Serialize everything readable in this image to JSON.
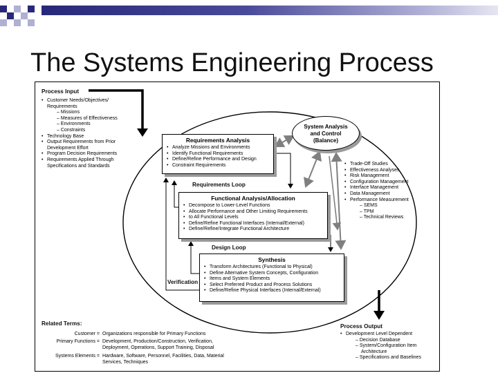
{
  "slide": {
    "title": "The Systems Engineering Process"
  },
  "process_input": {
    "heading": "Process Input",
    "items": [
      {
        "text": "Customer Needs/Objectives/",
        "level": 1
      },
      {
        "text": "Requirements",
        "level": 0
      },
      {
        "text": "– Missions",
        "level": 2
      },
      {
        "text": "– Measures of Effectiveness",
        "level": 3
      },
      {
        "text": "– Environments",
        "level": 3
      },
      {
        "text": "– Constraints",
        "level": 3
      },
      {
        "text": "Technology Base",
        "level": 1
      },
      {
        "text": "Output Requirements from Prior",
        "level": 1
      },
      {
        "text": "Development Effort",
        "level": 0
      },
      {
        "text": "Program Decision Requirements",
        "level": 1
      },
      {
        "text": "Requirements Applied Through",
        "level": 1
      },
      {
        "text": "Specifications and Standards",
        "level": 0
      }
    ]
  },
  "requirements_analysis": {
    "title": "Requirements Analysis",
    "items": [
      "Analyze Missions and Environments",
      "Identify Functional Requirements",
      "Define/Refine Performance and Design",
      "   Constraint Requirements"
    ]
  },
  "requirements_loop_label": "Requirements Loop",
  "functional_analysis": {
    "title": "Functional Analysis/Allocation",
    "items": [
      "Decompose to Lower-Level Functions",
      "Allocate Performance and Other Limiting Requirements",
      "   to All Functional Levels",
      "Define/Refine Functional Interfaces (Internal/External)",
      "Define/Refine/Integrate Functional Architecture"
    ]
  },
  "design_loop_label": "Design Loop",
  "synthesis": {
    "title": "Synthesis",
    "items": [
      "Transform Architectures (Functional to Physical)",
      "Define Alternative System Concepts, Configuration",
      "   Items and System Elements",
      "Select Preferred Product and Process Solutions",
      "Define/Refine Physical Interfaces (Internal/External)"
    ]
  },
  "verification_label": "Verification",
  "system_analysis": {
    "line1": "System Analysis",
    "line2": "and Control",
    "line3": "(Balance)"
  },
  "control_items": [
    {
      "text": "Trade-Off Studies",
      "level": 1
    },
    {
      "text": "Effectiveness Analyses",
      "level": 1
    },
    {
      "text": "Risk Management",
      "level": 1
    },
    {
      "text": "Configuration Management",
      "level": 1
    },
    {
      "text": "Interface Management",
      "level": 1
    },
    {
      "text": "Data Management",
      "level": 1
    },
    {
      "text": "Performance Measurement",
      "level": 1
    },
    {
      "text": "– SEMS",
      "level": 2
    },
    {
      "text": "– TPM",
      "level": 2
    },
    {
      "text": "– Technical Reviews",
      "level": 2
    }
  ],
  "process_output": {
    "heading": "Process Output",
    "items": [
      {
        "text": "Development Level Dependent",
        "level": 1
      },
      {
        "text": "– Decision Database",
        "level": 2
      },
      {
        "text": "– System/Configuration Item",
        "level": 2
      },
      {
        "text": "Architecture",
        "level": 3
      },
      {
        "text": "– Specifications and Baselines",
        "level": 2
      }
    ]
  },
  "related_terms": {
    "heading": "Related Terms:",
    "rows": [
      {
        "term": "Customer =",
        "lines": [
          "Organizations responsible for Primary Functions"
        ]
      },
      {
        "term": "Primary Functions =",
        "lines": [
          "Development, Production/Construction, Verification,",
          "Deployment, Operations, Support Training, Disposal"
        ]
      },
      {
        "term": "Systems Elements =",
        "lines": [
          "Hardware, Software, Personnel, Facilities, Data, Material",
          "Services, Techniques"
        ]
      }
    ]
  },
  "colors": {
    "band": "#28287a",
    "arrow_gray": "#7f7f7f",
    "shadow": "#9a9a9a"
  }
}
